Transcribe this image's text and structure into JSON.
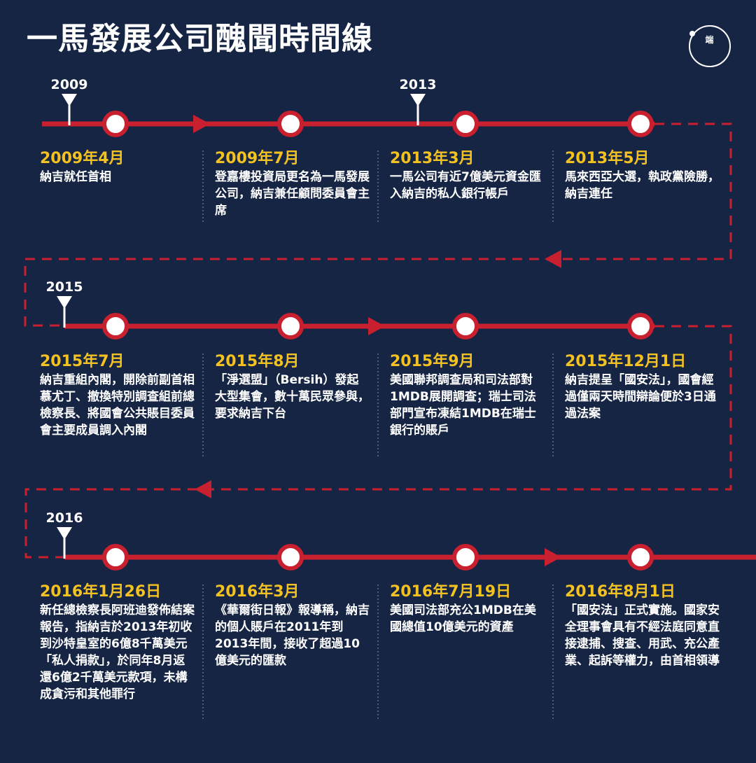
{
  "title": "一馬發展公司醜聞時間線",
  "logo": {
    "text": "端",
    "icon": "initium-logo"
  },
  "colors": {
    "background": "#172544",
    "line": "#c8202f",
    "date": "#f3c221",
    "text": "#ffffff"
  },
  "year_markers": [
    "2009",
    "2013",
    "2015",
    "2016"
  ],
  "events": [
    {
      "date": "2009年4月",
      "text": "納吉就任首相"
    },
    {
      "date": "2009年7月",
      "text": "登嘉樓投資局更名為一馬發展公司，納吉兼任顧問委員會主席"
    },
    {
      "date": "2013年3月",
      "text": "一馬公司有近7億美元資金匯入納吉的私人銀行帳戶"
    },
    {
      "date": "2013年5月",
      "text": "馬來西亞大選，執政黨險勝，納吉連任"
    },
    {
      "date": "2015年7月",
      "text": "納吉重組內閣，開除前副首相慕尤丁、撤換特別調查組前總檢察長、將國會公共賬目委員會主要成員調入內閣"
    },
    {
      "date": "2015年8月",
      "text": "「淨選盟」（Bersih）發起大型集會，數十萬民眾參與，要求納吉下台"
    },
    {
      "date": "2015年9月",
      "text": "美國聯邦調查局和司法部對1MDB展開調查；瑞士司法部門宣布凍結1MDB在瑞士銀行的賬戶"
    },
    {
      "date": "2015年12月1日",
      "text": "納吉提呈「國安法」，國會經過僅兩天時間辯論便於3日通過法案"
    },
    {
      "date": "2016年1月26日",
      "text": "新任總檢察長阿班迪發佈結案報告，指納吉於2013年初收到沙特皇室的6億8千萬美元「私人捐款」，於同年8月返還6億2千萬美元款項，未構成貪污和其他罪行"
    },
    {
      "date": "2016年3月",
      "text": "《華爾街日報》報導稱，納吉的個人賬戶在2011年到2013年間，接收了超過10億美元的匯款"
    },
    {
      "date": "2016年7月19日",
      "text": "美國司法部充公1MDB在美國總值10億美元的資產"
    },
    {
      "date": "2016年8月1日",
      "text": "「國安法」正式實施。國家安全理事會具有不經法庭同意直接逮捕、搜查、用武、充公產業、起訴等權力，由首相領導"
    }
  ]
}
